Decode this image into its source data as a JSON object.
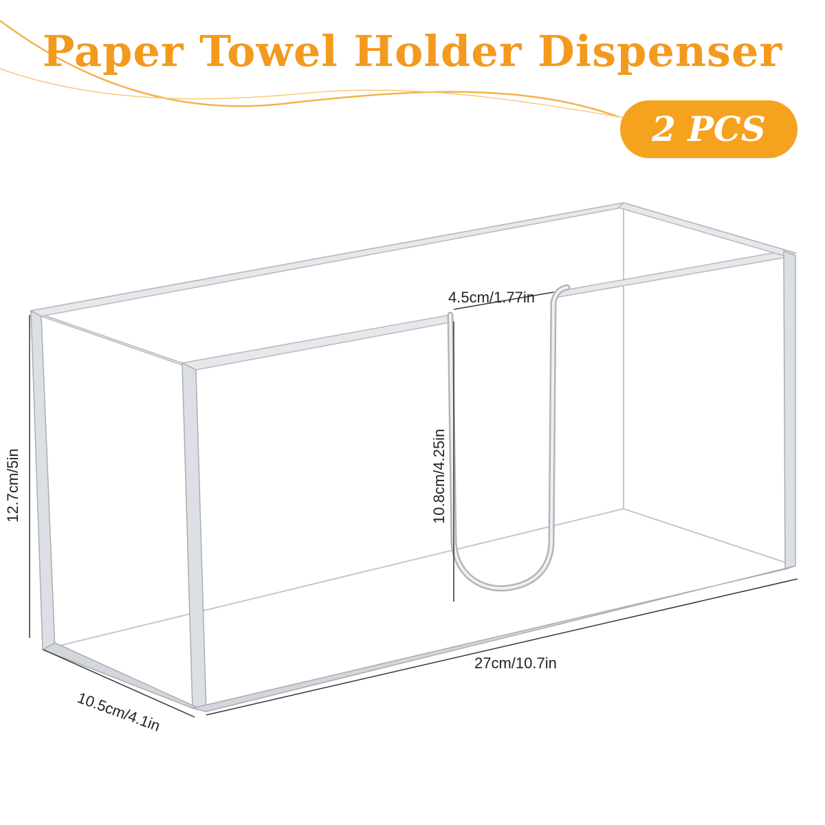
{
  "title": "Paper Towel Holder Dispenser",
  "badge": "2 PCS",
  "dimensions": {
    "opening_width": "4.5cm/1.77in",
    "slot_depth": "10.8cm/4.25in",
    "height": "12.7cm/5in",
    "length": "27cm/10.7in",
    "width": "10.5cm/4.1in"
  },
  "colors": {
    "accent": "#f5a21f",
    "title": "#f39a1e",
    "acrylic_edge": "#b8bcc2"
  }
}
